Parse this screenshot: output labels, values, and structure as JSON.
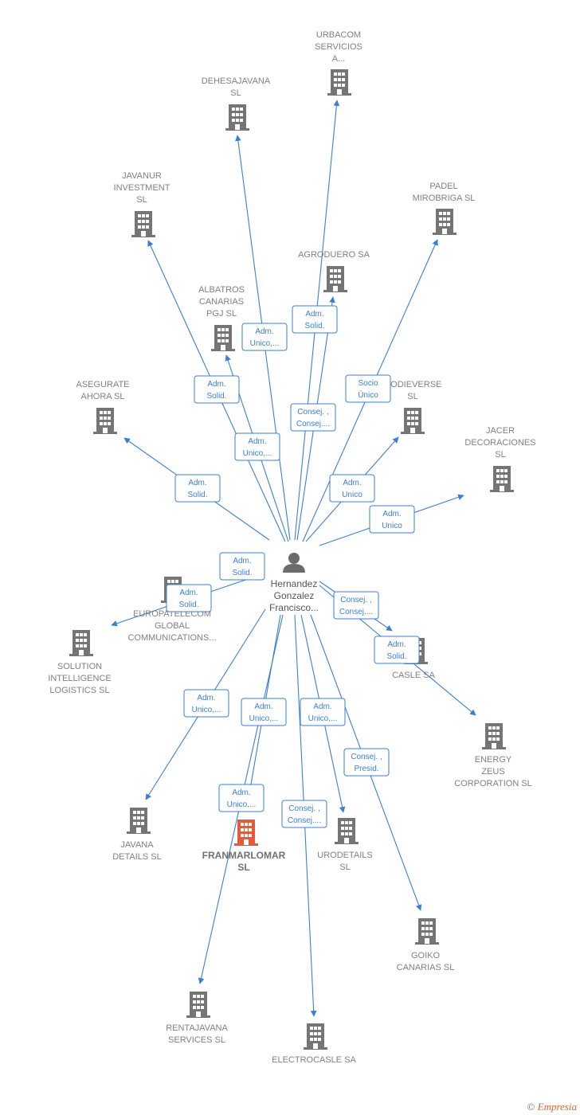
{
  "center": {
    "name_lines": [
      "Hernandez",
      "Gonzalez",
      "Francisco..."
    ],
    "icon": "person-icon"
  },
  "companies": [
    {
      "id": "urbacom",
      "lines": [
        "URBACOM",
        "SERVICIOS",
        "A..."
      ],
      "icon": "building-icon",
      "highlight": false
    },
    {
      "id": "dehesajavana",
      "lines": [
        "DEHESAJAVANA",
        "SL"
      ],
      "icon": "building-icon",
      "highlight": false
    },
    {
      "id": "javanur",
      "lines": [
        "JAVANUR",
        "INVESTMENT",
        "SL"
      ],
      "icon": "building-icon",
      "highlight": false
    },
    {
      "id": "padel",
      "lines": [
        "PADEL",
        "MIROBRIGA  SL"
      ],
      "icon": "building-icon",
      "highlight": false
    },
    {
      "id": "agroduero",
      "lines": [
        "AGRODUERO SA"
      ],
      "icon": "building-icon",
      "highlight": false
    },
    {
      "id": "albatros",
      "lines": [
        "ALBATROS",
        "CANARIAS",
        "PGJ  SL"
      ],
      "icon": "building-icon",
      "highlight": false
    },
    {
      "id": "asegurate",
      "lines": [
        "ASEGURATE",
        "AHORA SL"
      ],
      "icon": "building-icon",
      "highlight": false
    },
    {
      "id": "oodieverse",
      "lines": [
        "OODIEVERSE",
        "SL"
      ],
      "icon": "building-icon",
      "highlight": false
    },
    {
      "id": "jacer",
      "lines": [
        "JACER",
        "DECORACIONES",
        "SL"
      ],
      "icon": "building-icon",
      "highlight": false
    },
    {
      "id": "europatelecom",
      "lines": [
        "EUROPATELECOM",
        "GLOBAL",
        "COMMUNICATIONS..."
      ],
      "icon": "building-icon",
      "highlight": false
    },
    {
      "id": "solution",
      "lines": [
        "SOLUTION",
        "INTELLIGENCE",
        "LOGISTICS  SL"
      ],
      "icon": "building-icon",
      "highlight": false
    },
    {
      "id": "casle",
      "lines": [
        "CASLE SA"
      ],
      "icon": "building-icon",
      "highlight": false
    },
    {
      "id": "energy",
      "lines": [
        "ENERGY",
        "ZEUS",
        "CORPORATION SL"
      ],
      "icon": "building-icon",
      "highlight": false
    },
    {
      "id": "javana",
      "lines": [
        "JAVANA",
        "DETAILS  SL"
      ],
      "icon": "building-icon",
      "highlight": false
    },
    {
      "id": "franmarlomar",
      "lines": [
        "FRANMARLOMAR",
        "SL"
      ],
      "icon": "building-icon",
      "highlight": true
    },
    {
      "id": "urodetails",
      "lines": [
        "URODETAILS",
        "SL"
      ],
      "icon": "building-icon",
      "highlight": false
    },
    {
      "id": "goiko",
      "lines": [
        "GOIKO",
        "CANARIAS  SL"
      ],
      "icon": "building-icon",
      "highlight": false
    },
    {
      "id": "rentajavana",
      "lines": [
        "RENTAJAVANA",
        "SERVICES  SL"
      ],
      "icon": "building-icon",
      "highlight": false
    },
    {
      "id": "electrocasle",
      "lines": [
        "ELECTROCASLE SA"
      ],
      "icon": "building-icon",
      "highlight": false
    }
  ],
  "relations": [
    {
      "target": "urbacom",
      "role_lines": [
        "Adm.",
        "Solid."
      ]
    },
    {
      "target": "dehesajavana",
      "role_lines": [
        "Adm.",
        "Unico,..."
      ]
    },
    {
      "target": "javanur",
      "role_lines": [
        "Adm.",
        "Solid."
      ]
    },
    {
      "target": "padel",
      "role_lines": [
        "Socio",
        "Único"
      ]
    },
    {
      "target": "agroduero",
      "role_lines": [
        "Consej. ,",
        "Consej...."
      ]
    },
    {
      "target": "albatros",
      "role_lines": [
        "Adm.",
        "Unico,..."
      ]
    },
    {
      "target": "asegurate",
      "role_lines": [
        "Adm.",
        "Solid."
      ]
    },
    {
      "target": "oodieverse",
      "role_lines": [
        "Adm.",
        "Unico"
      ]
    },
    {
      "target": "jacer",
      "role_lines": [
        "Adm.",
        "Unico"
      ]
    },
    {
      "target": "europatelecom",
      "role_lines": [
        "Adm.",
        "Solid."
      ]
    },
    {
      "target": "solution",
      "role_lines": [
        "Adm.",
        "Solid."
      ]
    },
    {
      "target": "casle",
      "role_lines": [
        "Consej. ,",
        "Consej...."
      ]
    },
    {
      "target": "energy",
      "role_lines": [
        "Adm.",
        "Solid."
      ]
    },
    {
      "target": "javana",
      "role_lines": [
        "Adm.",
        "Unico,..."
      ]
    },
    {
      "target": "franmarlomar",
      "role_lines": [
        "Adm.",
        "Unico,..."
      ]
    },
    {
      "target": "urodetails",
      "role_lines": [
        "Adm.",
        "Unico,..."
      ]
    },
    {
      "target": "goiko",
      "role_lines": [
        "Consej. ,",
        "Presid."
      ]
    },
    {
      "target": "rentajavana",
      "role_lines": [
        "Adm.",
        "Unico,..."
      ]
    },
    {
      "target": "electrocasle",
      "role_lines": [
        "Consej. ,",
        "Consej...."
      ]
    }
  ],
  "colors": {
    "edge": "#3a7fd5",
    "building": "#757575",
    "building_highlight": "#e8593a",
    "person": "#6b6b6b"
  },
  "watermark": {
    "copyright": "©",
    "brand": "Empresia"
  }
}
